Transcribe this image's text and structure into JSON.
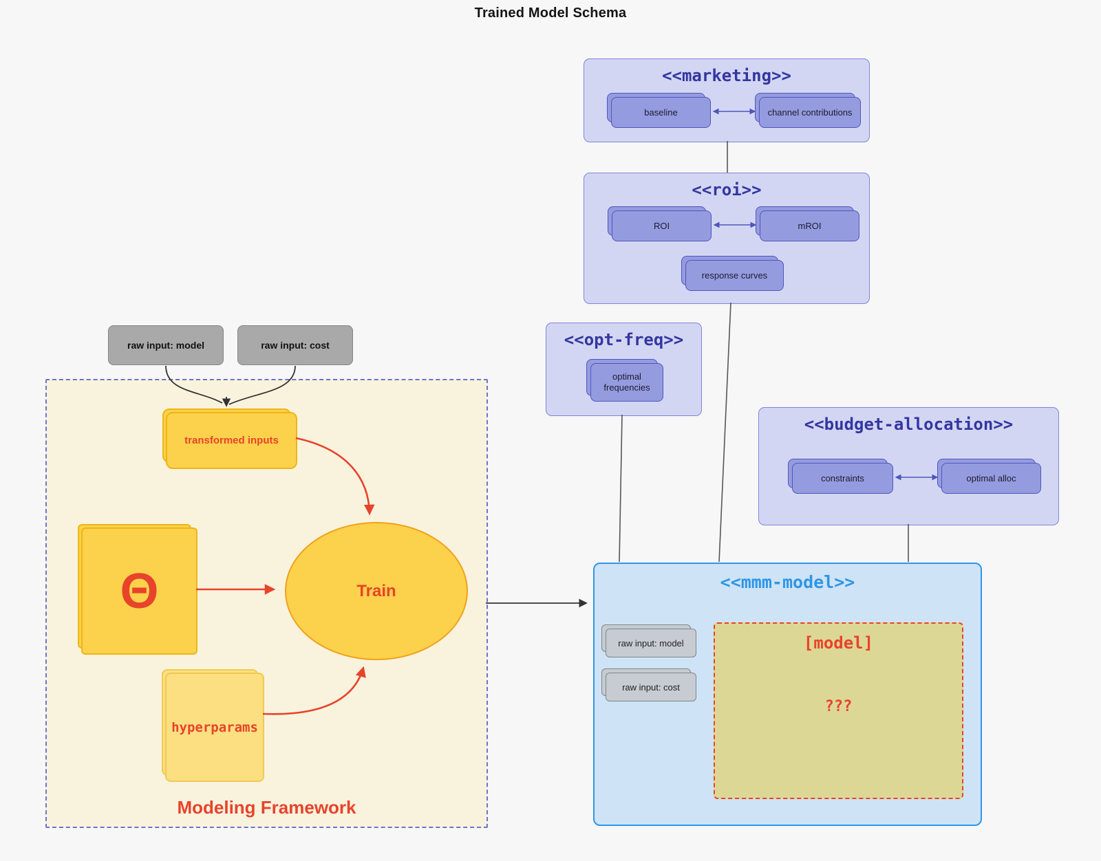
{
  "title": "Trained Model Schema",
  "inputs": {
    "raw_model": "raw input: model",
    "raw_cost": "raw input: cost"
  },
  "marketing": {
    "stereotype": "<<marketing>>",
    "baseline": "baseline",
    "channel_contributions": "channel contributions"
  },
  "roi": {
    "stereotype": "<<roi>>",
    "roi": "ROI",
    "mroi": "mROI",
    "response_curves": "response curves"
  },
  "opt_freq": {
    "stereotype": "<<opt-freq>>",
    "optimal_frequencies": "optimal frequencies"
  },
  "budget_allocation": {
    "stereotype": "<<budget-allocation>>",
    "constraints": "constraints",
    "optimal_alloc": "optimal alloc"
  },
  "mmm_model": {
    "stereotype": "<<mmm-model>>",
    "raw_model": "raw input: model",
    "raw_cost": "raw input: cost",
    "model_label": "[model]",
    "model_unknown": "???"
  },
  "framework": {
    "label": "Modeling Framework",
    "transformed_inputs": "transformed inputs",
    "theta": "Θ",
    "train": "Train",
    "hyperparams": "hyperparams"
  },
  "colors": {
    "accent_red": "#e8432b",
    "purple_border": "#4e56bb",
    "purple_group_fill": "#d3d6f3",
    "purple_node_fill": "#959bdf",
    "blue_accent": "#2e96e6",
    "gold_fill": "#fcd14b",
    "framework_fill": "#f9f3de",
    "model_box_fill": "#ddd795"
  }
}
